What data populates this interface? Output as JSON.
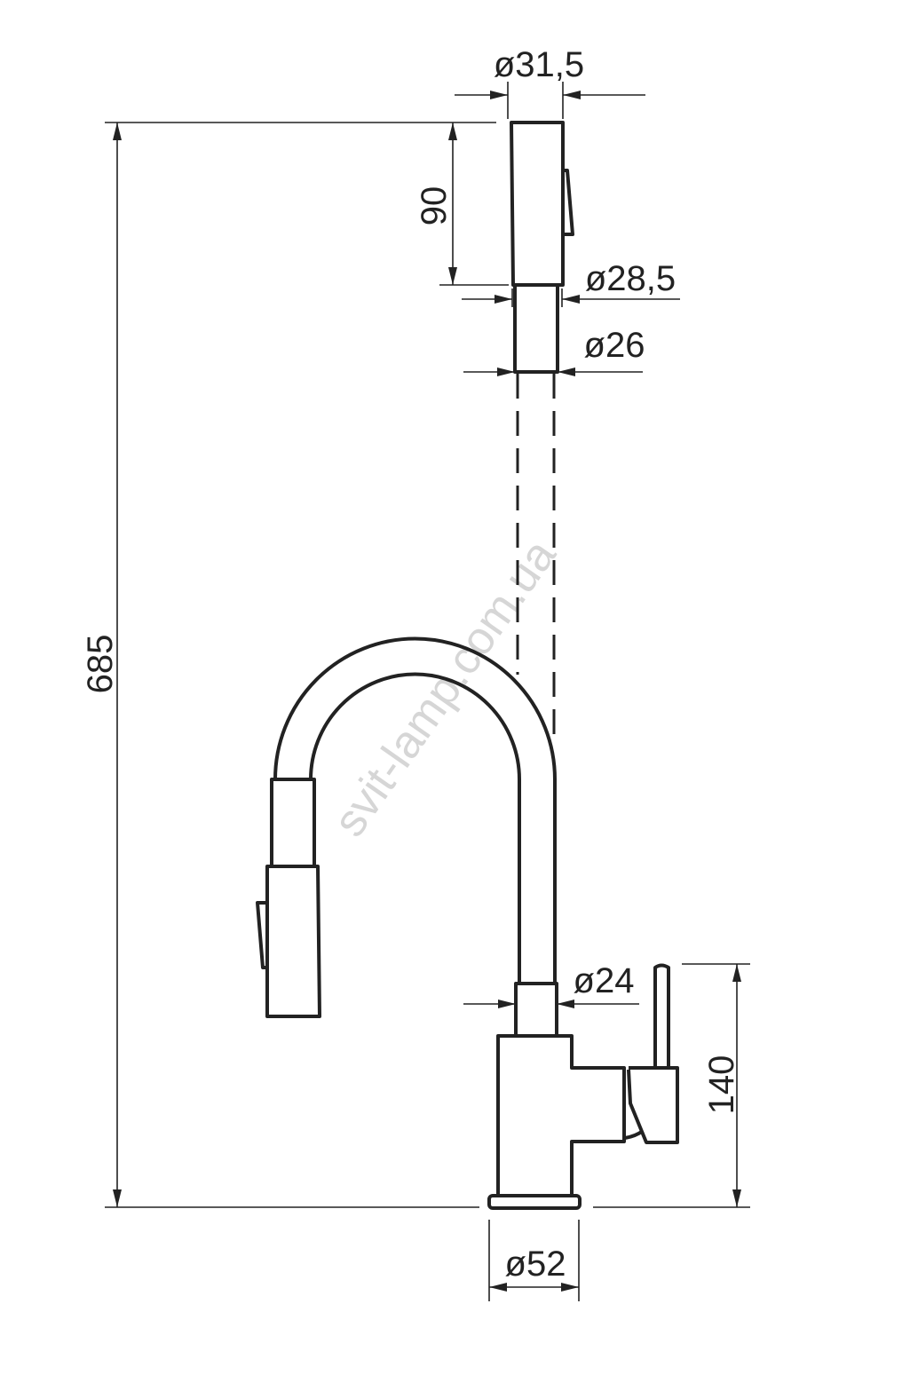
{
  "drawing": {
    "title": "Pull-out kitchen faucet dimension drawing",
    "dimensions": {
      "handset_diameter": "ø31,5",
      "handset_length": "90",
      "handset_neck_outer": "ø28,5",
      "hose_diameter": "ø26",
      "total_height": "685",
      "spout_pipe_diameter": "ø24",
      "body_height": "140",
      "base_diameter": "ø52"
    },
    "watermark": "svit-lamp.com.ua",
    "line_color": "#222222"
  }
}
